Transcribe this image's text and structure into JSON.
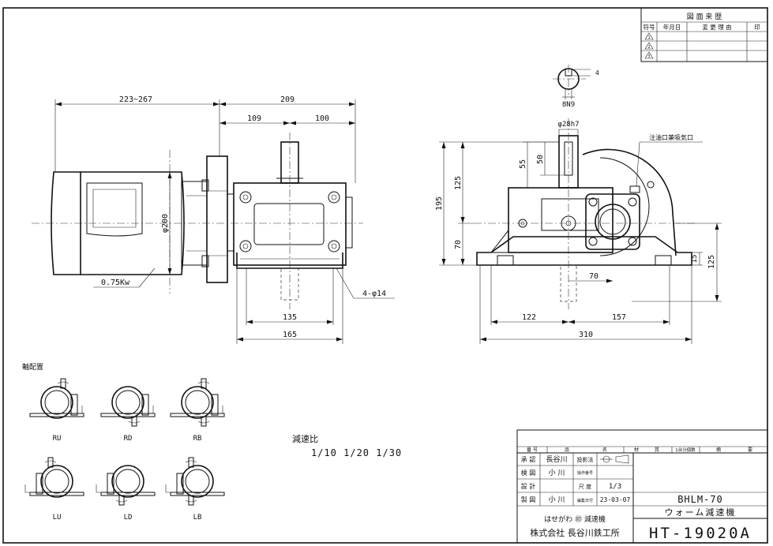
{
  "revision_block": {
    "title": "図 面 来 歴",
    "headers": [
      "符号",
      "年月日",
      "変 更 理 由",
      "印"
    ],
    "symbols": [
      "1",
      "2",
      "3"
    ]
  },
  "side_view": {
    "dim_overall": "223~267",
    "dim_gear_width": "209",
    "dim_left": "109",
    "dim_right": "100",
    "dim_motor_dia": "φ200",
    "motor_label": "0.75Kw",
    "dim_mount_holes": "4-φ14",
    "dim_base_inner": "135",
    "dim_base_outer": "165"
  },
  "front_view": {
    "dim_height": "195",
    "dim_upper": "125",
    "dim_lower": "70",
    "dim_shaft_len": "55",
    "dim_shaft_key": "50",
    "dim_shaft_dia": "φ28h7",
    "oil_label": "注油口兼吸気口",
    "dim_base_thk": "15",
    "dim_right_h": "125",
    "dim_offset": "70",
    "dim_left_w": "122",
    "dim_right_w": "157",
    "dim_total_w": "310"
  },
  "keyway": {
    "dim_depth": "4",
    "dim_width": "8N9"
  },
  "arrangement": {
    "title": "軸配置",
    "labels": [
      "RU",
      "RD",
      "RB",
      "LU",
      "LD",
      "LB"
    ]
  },
  "reduction": {
    "title": "減速比",
    "values": "1/10  1/20  1/30"
  },
  "title_block": {
    "col_number": "番 号",
    "col_name": "品",
    "col_name2": "名",
    "col_material": "材",
    "col_material2": "質",
    "col_qty": "1台分個数",
    "col_remarks": "摘",
    "col_remarks2": "要",
    "approve_label": "承 認",
    "approve_name": "長谷川",
    "check_label": "検 図",
    "check_name": "小 川",
    "design_label": "設 計",
    "drafting_label": "製 図",
    "drafting_name": "小 川",
    "projection_label": "投影法",
    "material_label": "操作番号",
    "scale_label": "尺 度",
    "scale_value": "1/3",
    "date_label": "編集日付",
    "date_value": "23-03-07",
    "model": "BHLM-70",
    "product_name": "ウォーム減速機",
    "company_line1": "はせがわ ㊞ 減速機",
    "company_line2": "株式会社 長谷川鉄工所",
    "drawing_number": "HT-19020A"
  }
}
